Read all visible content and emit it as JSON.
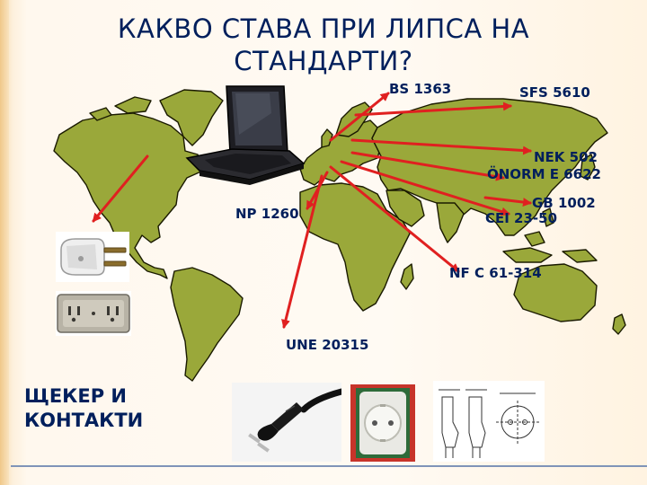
{
  "title": {
    "line1": "КАКВО СТАВА ПРИ ЛИПСА НА",
    "line2": "СТАНДАРТИ?"
  },
  "standards": {
    "bs": "BS 1363",
    "sfs": "SFS 5610",
    "nek": "NEK 502",
    "onorm": "ÖNORM E 6622",
    "gb": "GB 1002",
    "cei": "CEI 23-50",
    "np": "NP 1260",
    "nfc": "NF C 61-314",
    "une": "UNE 20315"
  },
  "plugs_label": {
    "line1": "ЩЕКЕР И",
    "line2": "КОНТАКТИ"
  },
  "colors": {
    "land": "#9aa83a",
    "land_outline": "#1a1a00",
    "arrow": "#e02020",
    "title": "#001f5c"
  },
  "icons": {
    "laptop": "laptop-icon",
    "us_plug": "us-plug-photo",
    "us_outlet": "us-outlet-photo",
    "schuko_plug": "schuko-plug-photo",
    "schuko_socket": "schuko-socket-photo",
    "plug_drawing": "plug-technical-drawing"
  }
}
